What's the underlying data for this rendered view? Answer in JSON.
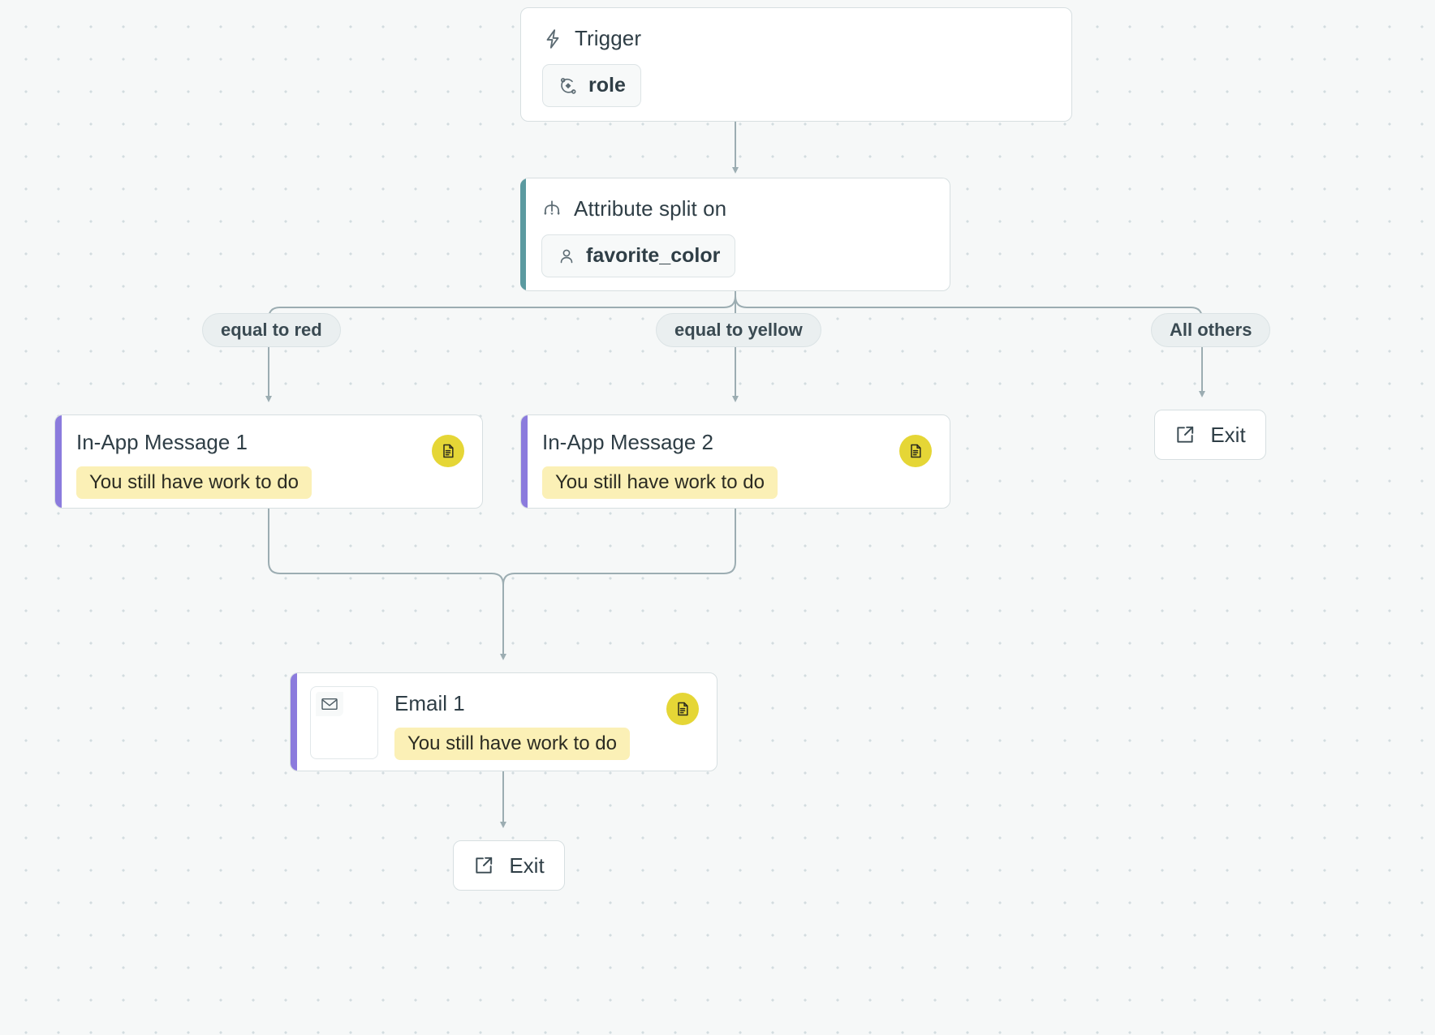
{
  "canvas": {
    "background_color": "#f6f8f8",
    "grid_dot_color": "#d3dcdf",
    "edge_color": "#9cadb2"
  },
  "nodes": {
    "trigger": {
      "title": "Trigger",
      "icon": "lightning-bolt-icon",
      "chip": {
        "label": "role",
        "icon": "object-node-icon"
      }
    },
    "attribute_split": {
      "title": "Attribute split on",
      "icon": "split-fork-icon",
      "accent_color": "#5b9aa0",
      "chip": {
        "label": "favorite_color",
        "icon": "user-icon"
      }
    },
    "in_app_message_1": {
      "title": "In-App Message 1",
      "preview_text": "You still have work to do",
      "accent_color": "#8b7bdd",
      "badge_icon": "document-icon",
      "badge_color": "#e5d636"
    },
    "in_app_message_2": {
      "title": "In-App Message 2",
      "preview_text": "You still have work to do",
      "accent_color": "#8b7bdd",
      "badge_icon": "document-icon",
      "badge_color": "#e5d636"
    },
    "email_1": {
      "title": "Email 1",
      "preview_text": "You still have work to do",
      "accent_color": "#8b7bdd",
      "badge_icon": "document-icon",
      "badge_color": "#e5d636",
      "thumbnail_icon": "envelope-icon"
    },
    "exit_right": {
      "label": "Exit",
      "icon": "external-link-icon"
    },
    "exit_bottom": {
      "label": "Exit",
      "icon": "external-link-icon"
    }
  },
  "branches": [
    {
      "label": "equal to red"
    },
    {
      "label": "equal to yellow"
    },
    {
      "label": "All others"
    }
  ]
}
